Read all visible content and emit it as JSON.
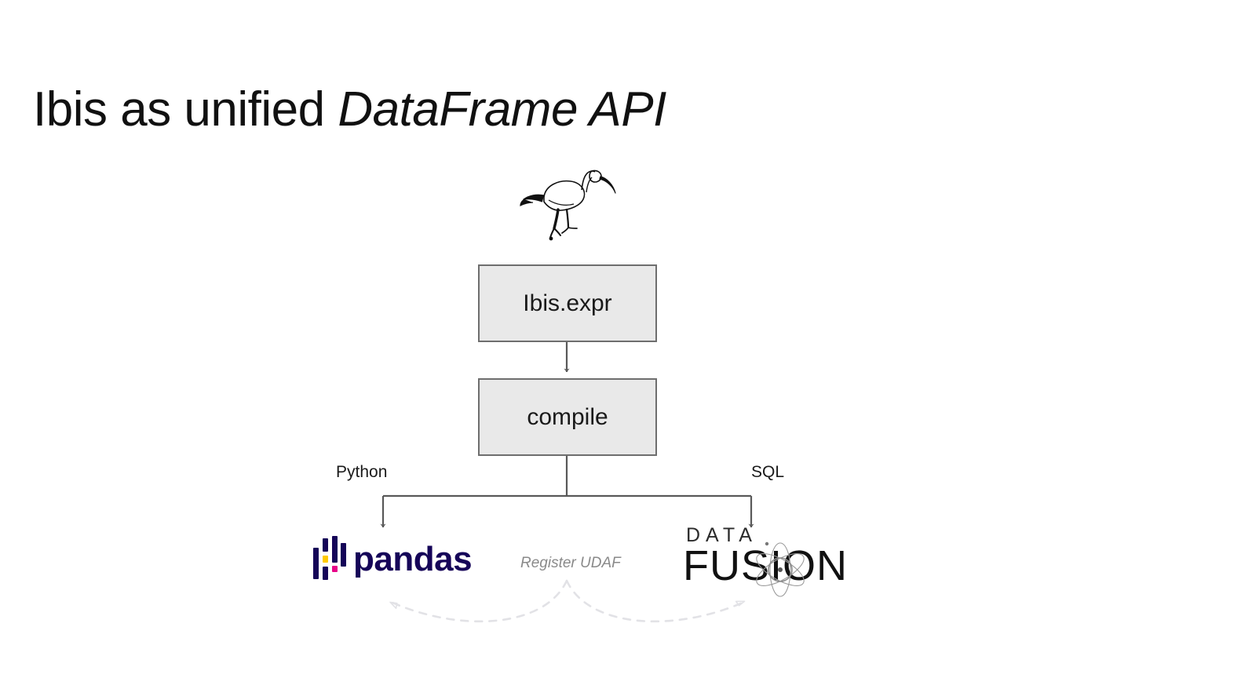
{
  "slide": {
    "title_plain": "Ibis as unified ",
    "title_emphasis": "DataFrame API"
  },
  "diagram": {
    "nodes": [
      {
        "id": "ibis-expr",
        "label": "Ibis.expr"
      },
      {
        "id": "compile",
        "label": "compile"
      }
    ],
    "edge_labels": {
      "python": "Python",
      "sql": "SQL",
      "register_udaf": "Register UDAF"
    },
    "logos": {
      "ibis": {
        "name": "ibis-bird-logo",
        "alt": "Ibis"
      },
      "pandas": {
        "name": "pandas-logo",
        "wordmark": "pandas"
      },
      "datafusion": {
        "name": "datafusion-logo",
        "line1": "DATA",
        "line2": "FUSION"
      }
    }
  },
  "colors": {
    "background": "#ffffff",
    "box_fill": "#e9e9e9",
    "box_border": "#6e6e6e",
    "connector": "#595959",
    "dashed_connector": "#e2e2e6",
    "text": "#1a1a1a",
    "muted_text": "#8a8a8a",
    "pandas_navy": "#150458",
    "pandas_yellow": "#ffca00",
    "pandas_pink": "#e70488",
    "datafusion_dark": "#111111"
  }
}
